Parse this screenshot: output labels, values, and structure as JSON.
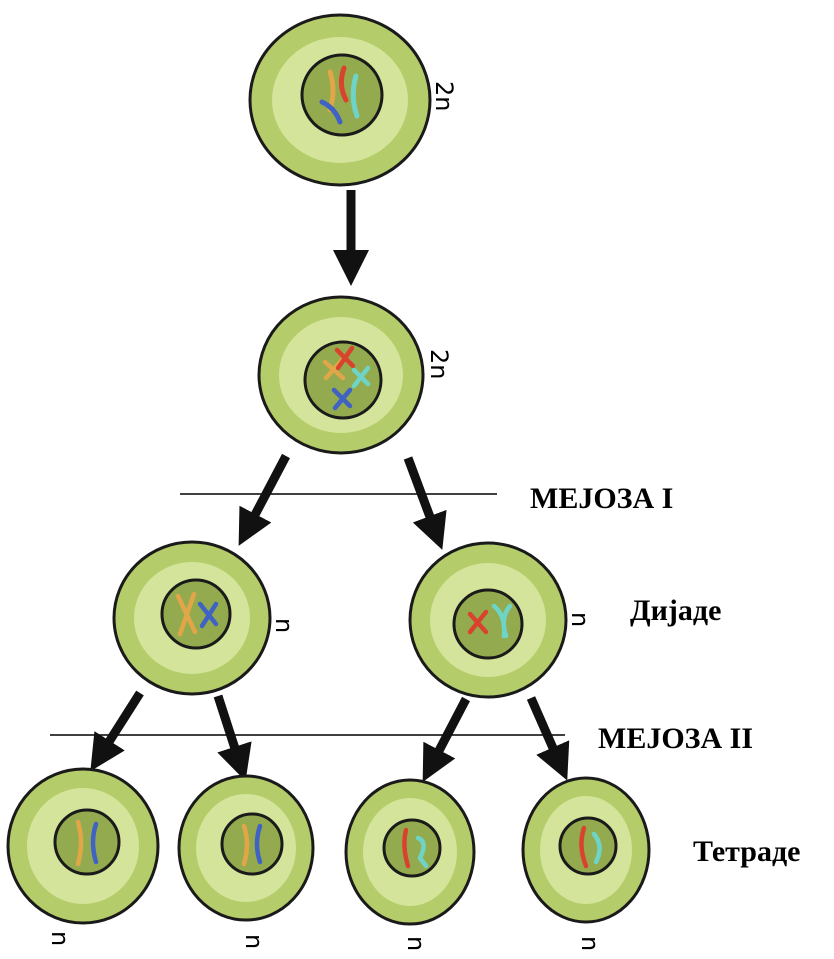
{
  "labels": {
    "meiosis_1": "МЕЈОЗА I",
    "dyads": "Дијаде",
    "meiosis_2": "МЕЈОЗА II",
    "tetrads": "Тетраде"
  },
  "ploidy": {
    "parent": "2n",
    "replicated": "2n",
    "dyad_left": "n",
    "dyad_right": "n",
    "tetrad_1": "n",
    "tetrad_2": "n",
    "tetrad_3": "n",
    "tetrad_4": "n"
  },
  "colors": {
    "cytoplasm_outer": "#b5cc6a",
    "cytoplasm_inner": "#d4e49a",
    "nucleus": "#93ab4e",
    "outline": "#1a1a1a",
    "chromosome_orange": "#e0a648",
    "chromosome_red": "#d9432e",
    "chromosome_blue": "#3f62c4",
    "chromosome_cyan": "#6fd4c8"
  }
}
